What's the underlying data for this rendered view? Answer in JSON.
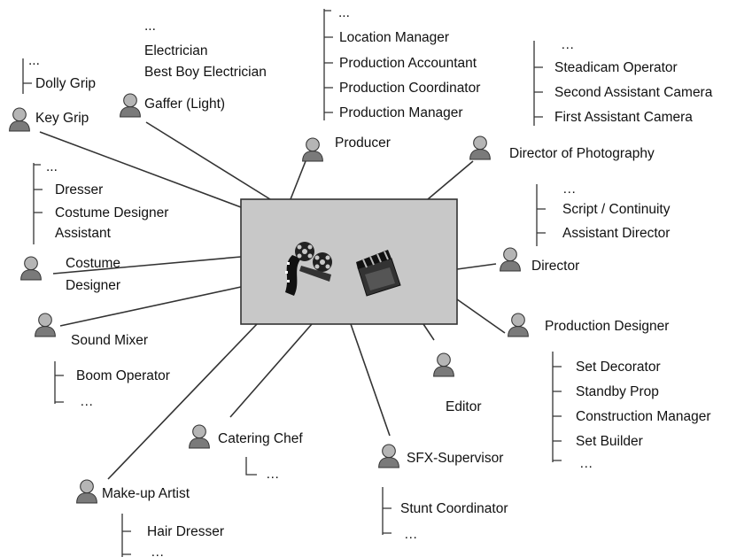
{
  "center": {
    "film_reel_icon": "film-reel-icon",
    "clapperboard_icon": "clapperboard-icon",
    "box_fill": "#c8c8c8"
  },
  "roles": {
    "key_grip": "Key Grip",
    "gaffer": "Gaffer (Light)",
    "producer": "Producer",
    "director_of_photography": "Director of Photography",
    "costume_designer_line1": "Costume",
    "costume_designer_line2": "Designer",
    "director": "Director",
    "sound_mixer": "Sound Mixer",
    "production_designer": "Production Designer",
    "editor": "Editor",
    "catering_chef": "Catering Chef",
    "sfx_supervisor": "SFX-Supervisor",
    "makeup_artist": "Make-up Artist"
  },
  "key_grip_sub": [
    "...",
    "Dolly Grip"
  ],
  "gaffer_sub": [
    "...",
    "Electrician",
    "Best Boy Electrician"
  ],
  "producer_sub": [
    "...",
    "Location Manager",
    "Production Accountant",
    "Production Coordinator",
    "Production Manager"
  ],
  "dop_sub": [
    "…",
    "Steadicam Operator",
    "Second Assistant Camera",
    "First Assistant Camera"
  ],
  "costume_sub": [
    "...",
    "Dresser",
    "Costume Designer",
    "Assistant"
  ],
  "director_sub": [
    "…",
    "Script / Continuity",
    "Assistant Director"
  ],
  "sound_sub": [
    "Boom Operator",
    "…"
  ],
  "production_designer_sub": [
    "Set Decorator",
    "Standby Prop",
    "Construction Manager",
    "Set Builder",
    "…"
  ],
  "catering_sub": [
    "…"
  ],
  "sfx_sub": [
    "Stunt Coordinator",
    "…"
  ],
  "makeup_sub": [
    "Hair Dresser",
    "…"
  ]
}
